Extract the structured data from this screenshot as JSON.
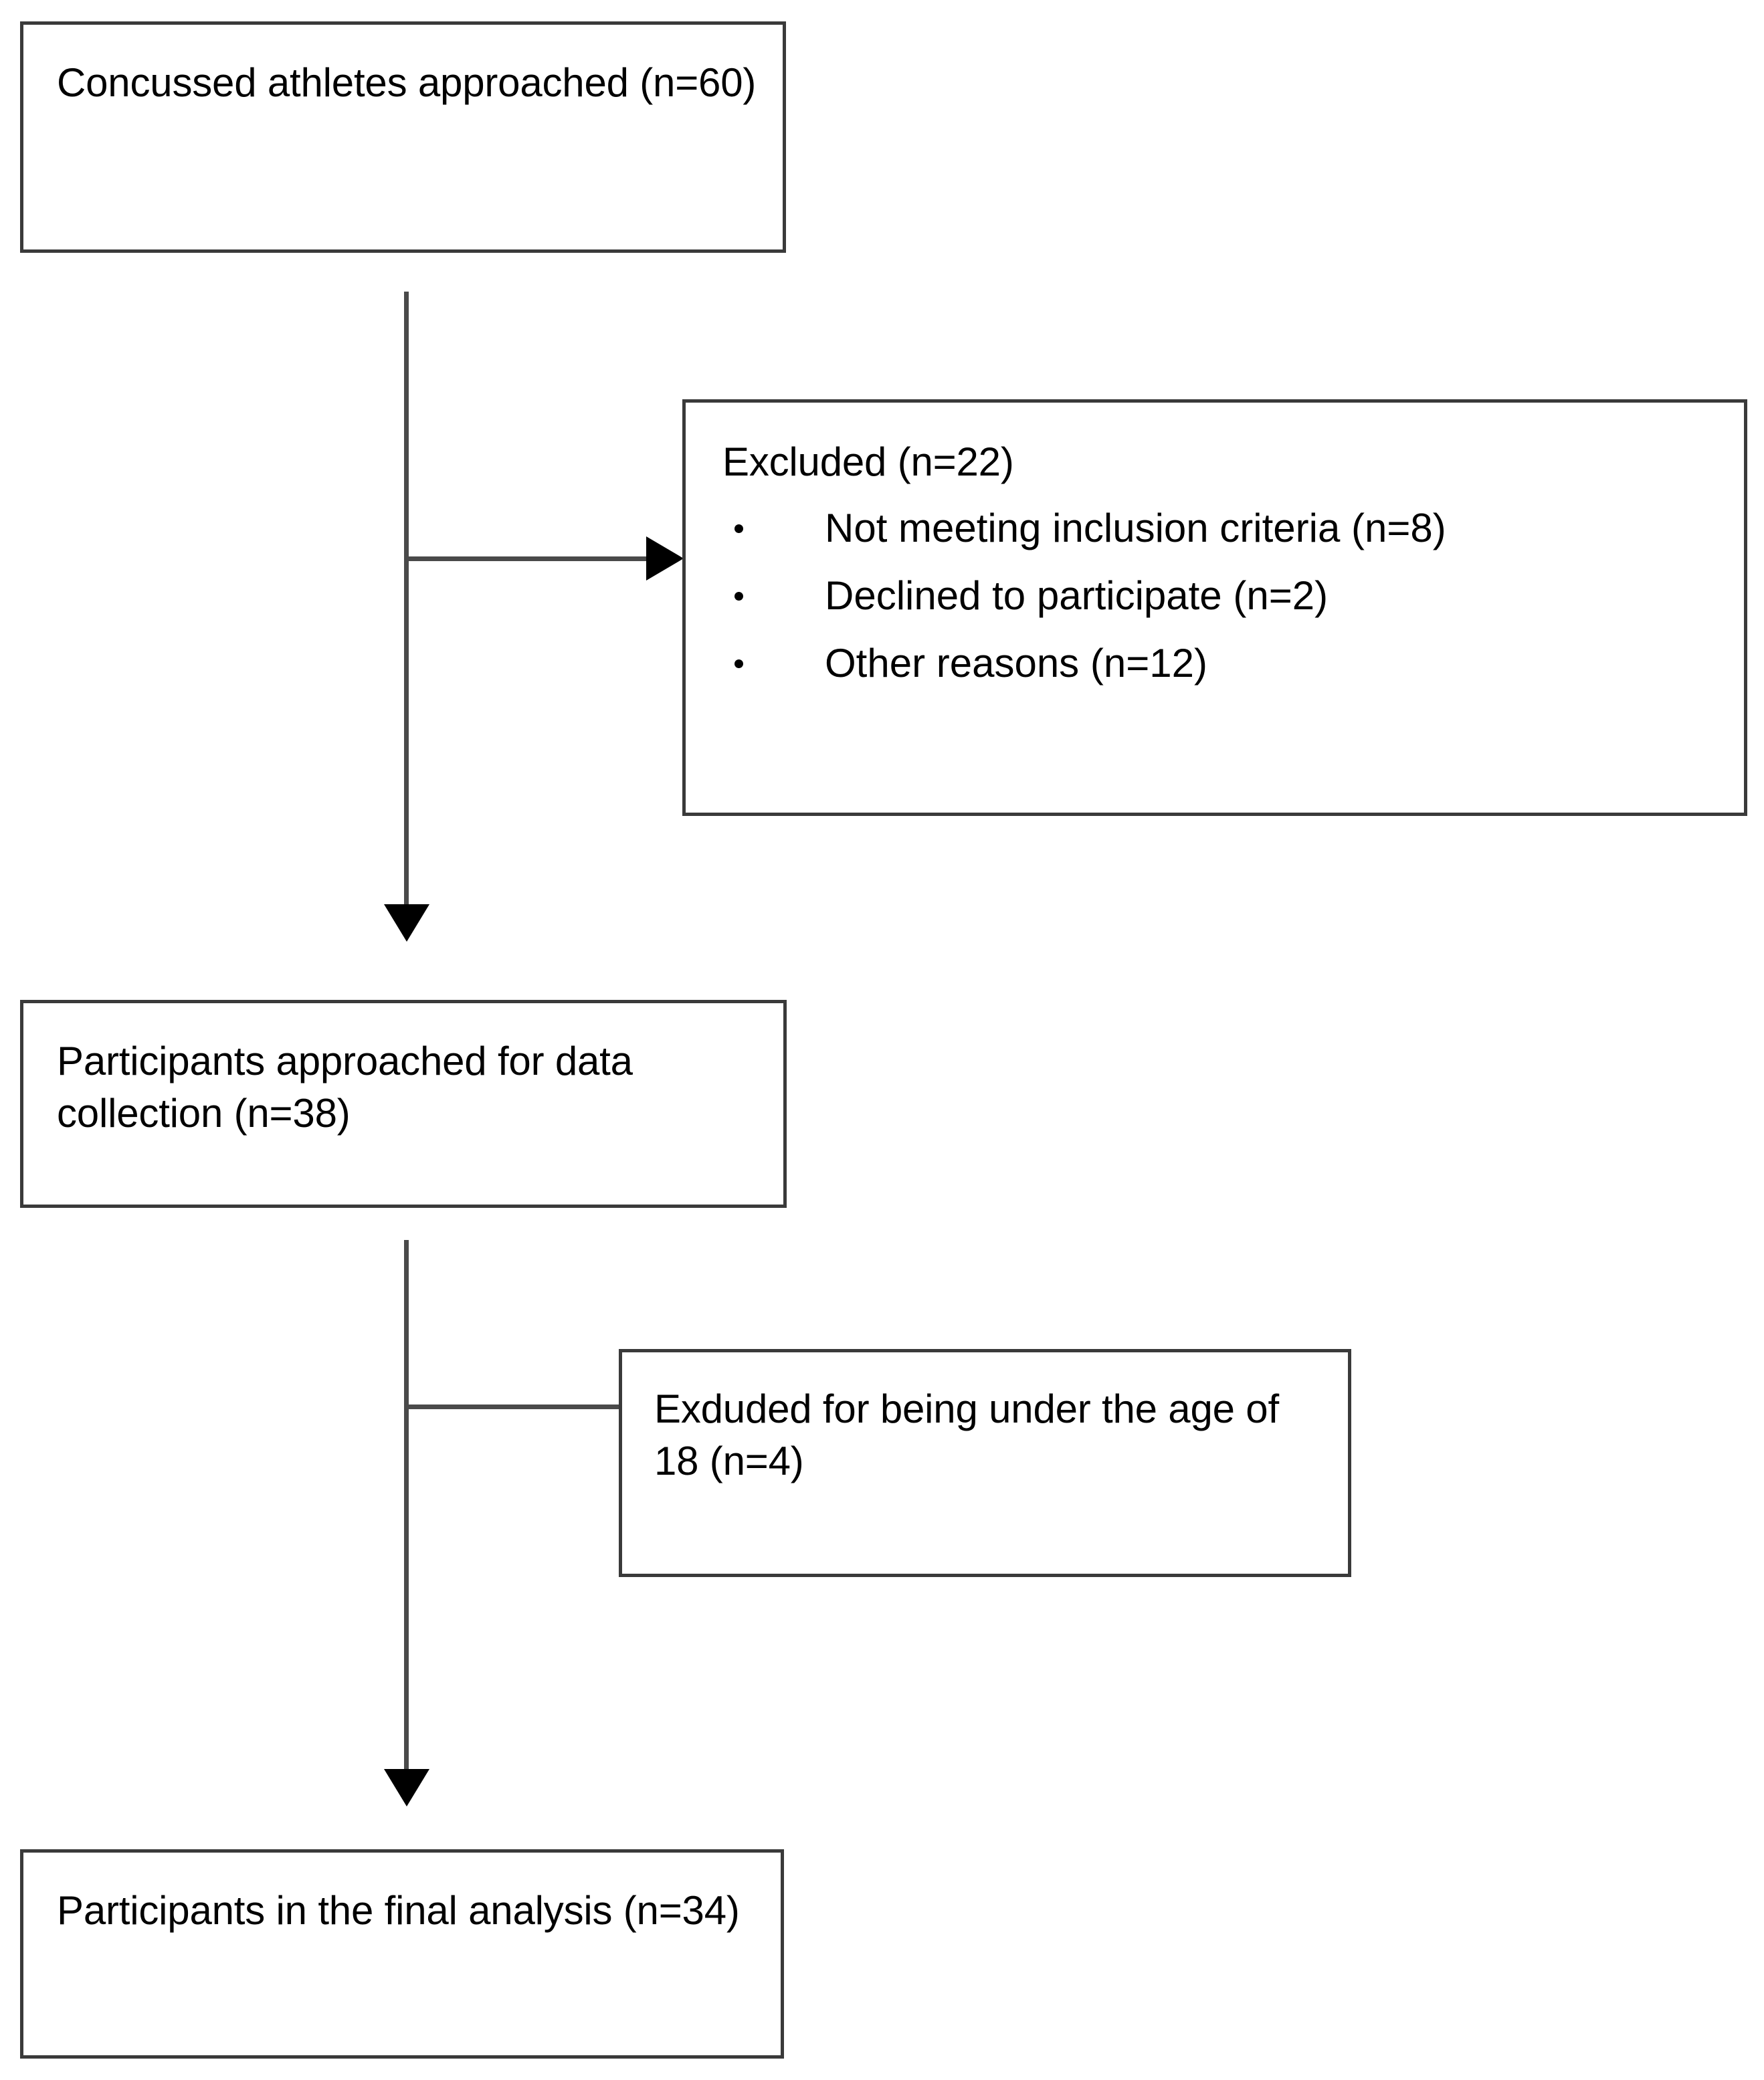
{
  "diagram": {
    "type": "participant-flow-diagram",
    "colors": {
      "box_border": "#3a3a3a",
      "connector": "#4a4a4a",
      "arrowhead": "#000000",
      "text": "#000000",
      "background": "#ffffff"
    },
    "boxes": {
      "enrolled": {
        "text": "Concussed athletes approached (n=60)",
        "n": 60
      },
      "excluded": {
        "title": "Excluded (n=22)",
        "n": 22,
        "reasons": [
          {
            "label": "Not meeting inclusion criteria (n=8)",
            "n": 8
          },
          {
            "label": "Declined to participate (n=2)",
            "n": 2
          },
          {
            "label": "Other reasons (n=12)",
            "n": 12
          }
        ]
      },
      "approached": {
        "text": "Participants approached for data collection (n=38)",
        "n": 38
      },
      "under_age": {
        "text": "Exduded for being under the age of 18 (n=4)",
        "n": 4
      },
      "final": {
        "text": "Participants in the final analysis (n=34)",
        "n": 34
      }
    },
    "connectors": [
      {
        "name": "enrolled-to-approached",
        "style": "vertical-arrow",
        "arrowhead": "down"
      },
      {
        "name": "enrolled-to-excluded",
        "style": "horizontal-arrow",
        "arrowhead": "right"
      },
      {
        "name": "approached-to-final",
        "style": "vertical-arrow",
        "arrowhead": "down"
      },
      {
        "name": "approached-to-under-age",
        "style": "horizontal-line",
        "arrowhead": "none"
      }
    ]
  }
}
